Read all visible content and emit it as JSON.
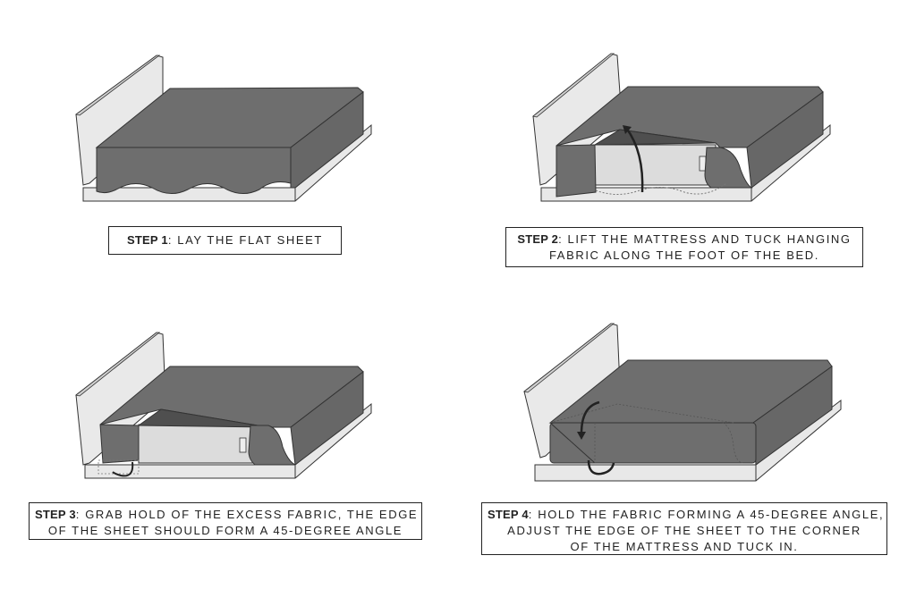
{
  "colors": {
    "sheet": "#6e6e6e",
    "sheet_dark": "#5a5a5a",
    "mattress": "#dcdcdc",
    "frame": "#e8e8e8",
    "outline": "#333333",
    "caption_border": "#222222"
  },
  "steps": [
    {
      "label": "STEP 1",
      "lines": [
        "LAY THE FLAT SHEET"
      ],
      "illustration": "flat-sheet-laid-over-mattress"
    },
    {
      "label": "STEP 2",
      "lines": [
        "LIFT THE MATTRESS AND TUCK HANGING",
        "FABRIC ALONG THE FOOT OF THE BED."
      ],
      "illustration": "sheet-lifted-with-tuck-arrow"
    },
    {
      "label": "STEP 3",
      "lines": [
        "GRAB HOLD OF THE EXCESS FABRIC, THE EDGE",
        "OF THE SHEET SHOULD FORM A 45-DEGREE ANGLE"
      ],
      "illustration": "excess-fabric-45-degree"
    },
    {
      "label": "STEP 4",
      "lines": [
        "HOLD THE FABRIC FORMING A 45-DEGREE ANGLE,",
        "ADJUST THE EDGE OF THE SHEET TO THE CORNER",
        "OF THE MATTRESS AND TUCK IN."
      ],
      "illustration": "corner-tuck-with-arrows"
    }
  ]
}
